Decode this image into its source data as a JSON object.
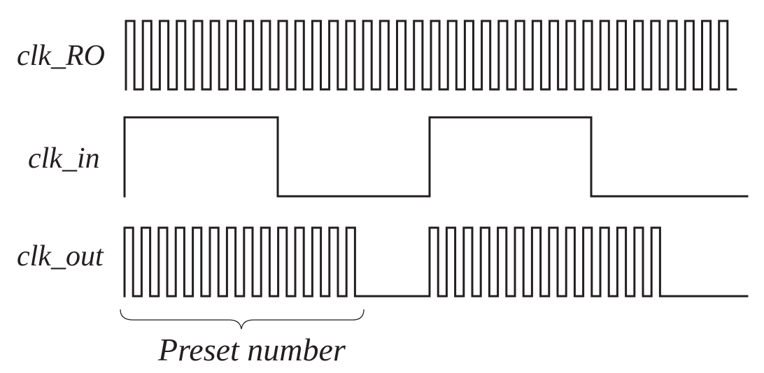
{
  "signals": [
    {
      "id": "clk_ro",
      "label": "clk_RO"
    },
    {
      "id": "clk_in",
      "label": "clk_in"
    },
    {
      "id": "clk_out",
      "label": "clk_out"
    }
  ],
  "annotation": {
    "label": "Preset number"
  }
}
